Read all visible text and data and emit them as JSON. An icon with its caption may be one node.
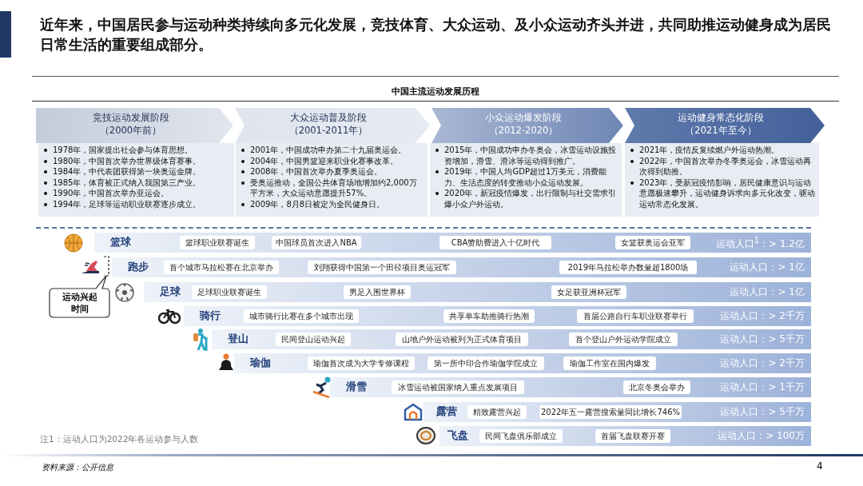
{
  "diagram": {
    "title": "近年来，中国居民参与运动种类持续向多元化发展，竞技体育、大众运动、及小众运动齐头并进，共同助推运动健身成为居民日常生活的重要组成部分。",
    "nodes": [
      {
        "text": [
          "竞技运动发展阶段",
          "（2000年前）"
        ]
      },
      {
        "text": [
          "大众运动普及阶段",
          "（2001-2011年）"
        ]
      },
      {
        "text": [
          "小众运动爆发阶段",
          "（2012-2020）"
        ]
      },
      {
        "text": [
          "运动健身常态化阶段",
          "（2021年至今）"
        ]
      },
      {
        "text": [
          "1978年，国家提出社会参与体育思想。",
          "1980年，中国首次举办世界级体育赛事。",
          "1984年，中代表团获得第一块奥运金牌。",
          "1985年，体育被正式纳入我国第三产业。",
          "1990年，中国首次举办亚运会。",
          "1994年，足球等运动职业联赛逐步成立。"
        ]
      },
      {
        "text": [
          "2001年，中国成功申办第二十九届奥运会。",
          "2004年，中国男篮迎来职业化赛事改革。",
          "2008年，中国首次举办夏季奥运会。",
          "受奥运推动，全国公共体育场地增加约2,000万平方米，大众运动意愿提升57%。",
          "2009年，8月8日被定为全民健身日。"
        ]
      },
      {
        "text": [
          "2015年，中国成功申办冬奥会，冰雪运动设施投资增加，滑雪、滑冰等运动得到推广。",
          "2019年，中国人均GDP超过1万美元，消费能力、生活态度的转变推动小众运动发展。",
          "2020年，新冠疫情爆发，出行限制与社交需求引爆小众户外运动。"
        ]
      },
      {
        "text": [
          "2021年，疫情反复续燃户外运动热潮。",
          "2022年，中国首次举办冬季奥运会，冰雪运动再次得到助推。",
          "2023年，受新冠疫情影响，居民健康意识与运动意愿极速攀升，运动健身诉求向多元化改变，驱动运动常态化发展。"
        ]
      },
      {
        "text": [
          "运动兴起时间"
        ]
      },
      {
        "text": [
          "篮球",
          "运动人口$^{1}$：> 1.2亿"
        ]
      },
      {
        "text": [
          "篮球职业联赛诞生"
        ],
        "in": 9
      },
      {
        "text": [
          "中国球员首次进入NBA"
        ],
        "in": 9
      },
      {
        "text": [
          "CBA赞助费进入十亿时代"
        ],
        "in": 9
      },
      {
        "text": [
          "女篮获奥运会亚军"
        ],
        "in": 9
      },
      {
        "text": [
          "跑步",
          "运动人口：> 1亿"
        ]
      },
      {
        "text": [
          "首个城市马拉松赛在北京举办"
        ],
        "in": 14
      },
      {
        "text": [
          "刘翔获得中国第一个田径项目奥运冠军"
        ],
        "in": 14
      },
      {
        "text": [
          "2019年马拉松举办数量超1800场"
        ],
        "in": 14
      },
      {
        "text": [
          "足球",
          "运动人口：> 1亿"
        ]
      },
      {
        "text": [
          "足球职业联赛诞生"
        ],
        "in": 18
      },
      {
        "text": [
          "男足入围世界杯"
        ],
        "in": 18
      },
      {
        "text": [
          "女足获亚洲杯冠军"
        ],
        "in": 18
      },
      {
        "text": [
          "骑行",
          "运动人口：> 2千万"
        ]
      },
      {
        "text": [
          "城市骑行比赛在多个城市出现"
        ],
        "in": 22
      },
      {
        "text": [
          "共享单车助推骑行热潮"
        ],
        "in": 22
      },
      {
        "text": [
          "首届公路自行车职业联赛举行"
        ],
        "in": 22
      },
      {
        "text": [
          "登山",
          "运动人口：> 5千万"
        ]
      },
      {
        "text": [
          "民间登山运动兴起"
        ],
        "in": 26
      },
      {
        "text": [
          "山地户外运动被列为正式体育项目"
        ],
        "in": 26
      },
      {
        "text": [
          "首个登山户外运动学院成立"
        ],
        "in": 26
      },
      {
        "text": [
          "瑜伽",
          "运动人口：> 2千万"
        ]
      },
      {
        "text": [
          "瑜伽首次成为大学专修课程"
        ],
        "in": 30
      },
      {
        "text": [
          "第一所中印合作瑜伽学院成立"
        ],
        "in": 30
      },
      {
        "text": [
          "瑜伽工作室在国内爆发"
        ],
        "in": 30
      },
      {
        "text": [
          "滑雪",
          "运动人口：> 1千万"
        ]
      },
      {
        "text": [
          "冰雪运动被国家纳入重点发展项目"
        ],
        "in": 34
      },
      {
        "text": [
          "北京冬奥会举办"
        ],
        "in": 34
      },
      {
        "text": [
          "露营",
          "运动人口：> 5千万"
        ]
      },
      {
        "text": [
          "精致露营兴起"
        ],
        "in": 37
      },
      {
        "text": [
          "2022年五一露营搜索量同比增长746%"
        ],
        "in": 37
      },
      {
        "text": [
          "飞盘",
          "运动人口：> 100万"
        ]
      },
      {
        "text": [
          "民间飞盘俱乐部成立"
        ],
        "in": 40
      },
      {
        "text": [
          "首届飞盘联赛开赛"
        ],
        "in": 40
      }
    ],
    "labels": [
      "中国主流运动发展历程",
      "注1：运动人口为2022年各运动参与人数",
      "资料来源：公开信息",
      "4"
    ]
  }
}
